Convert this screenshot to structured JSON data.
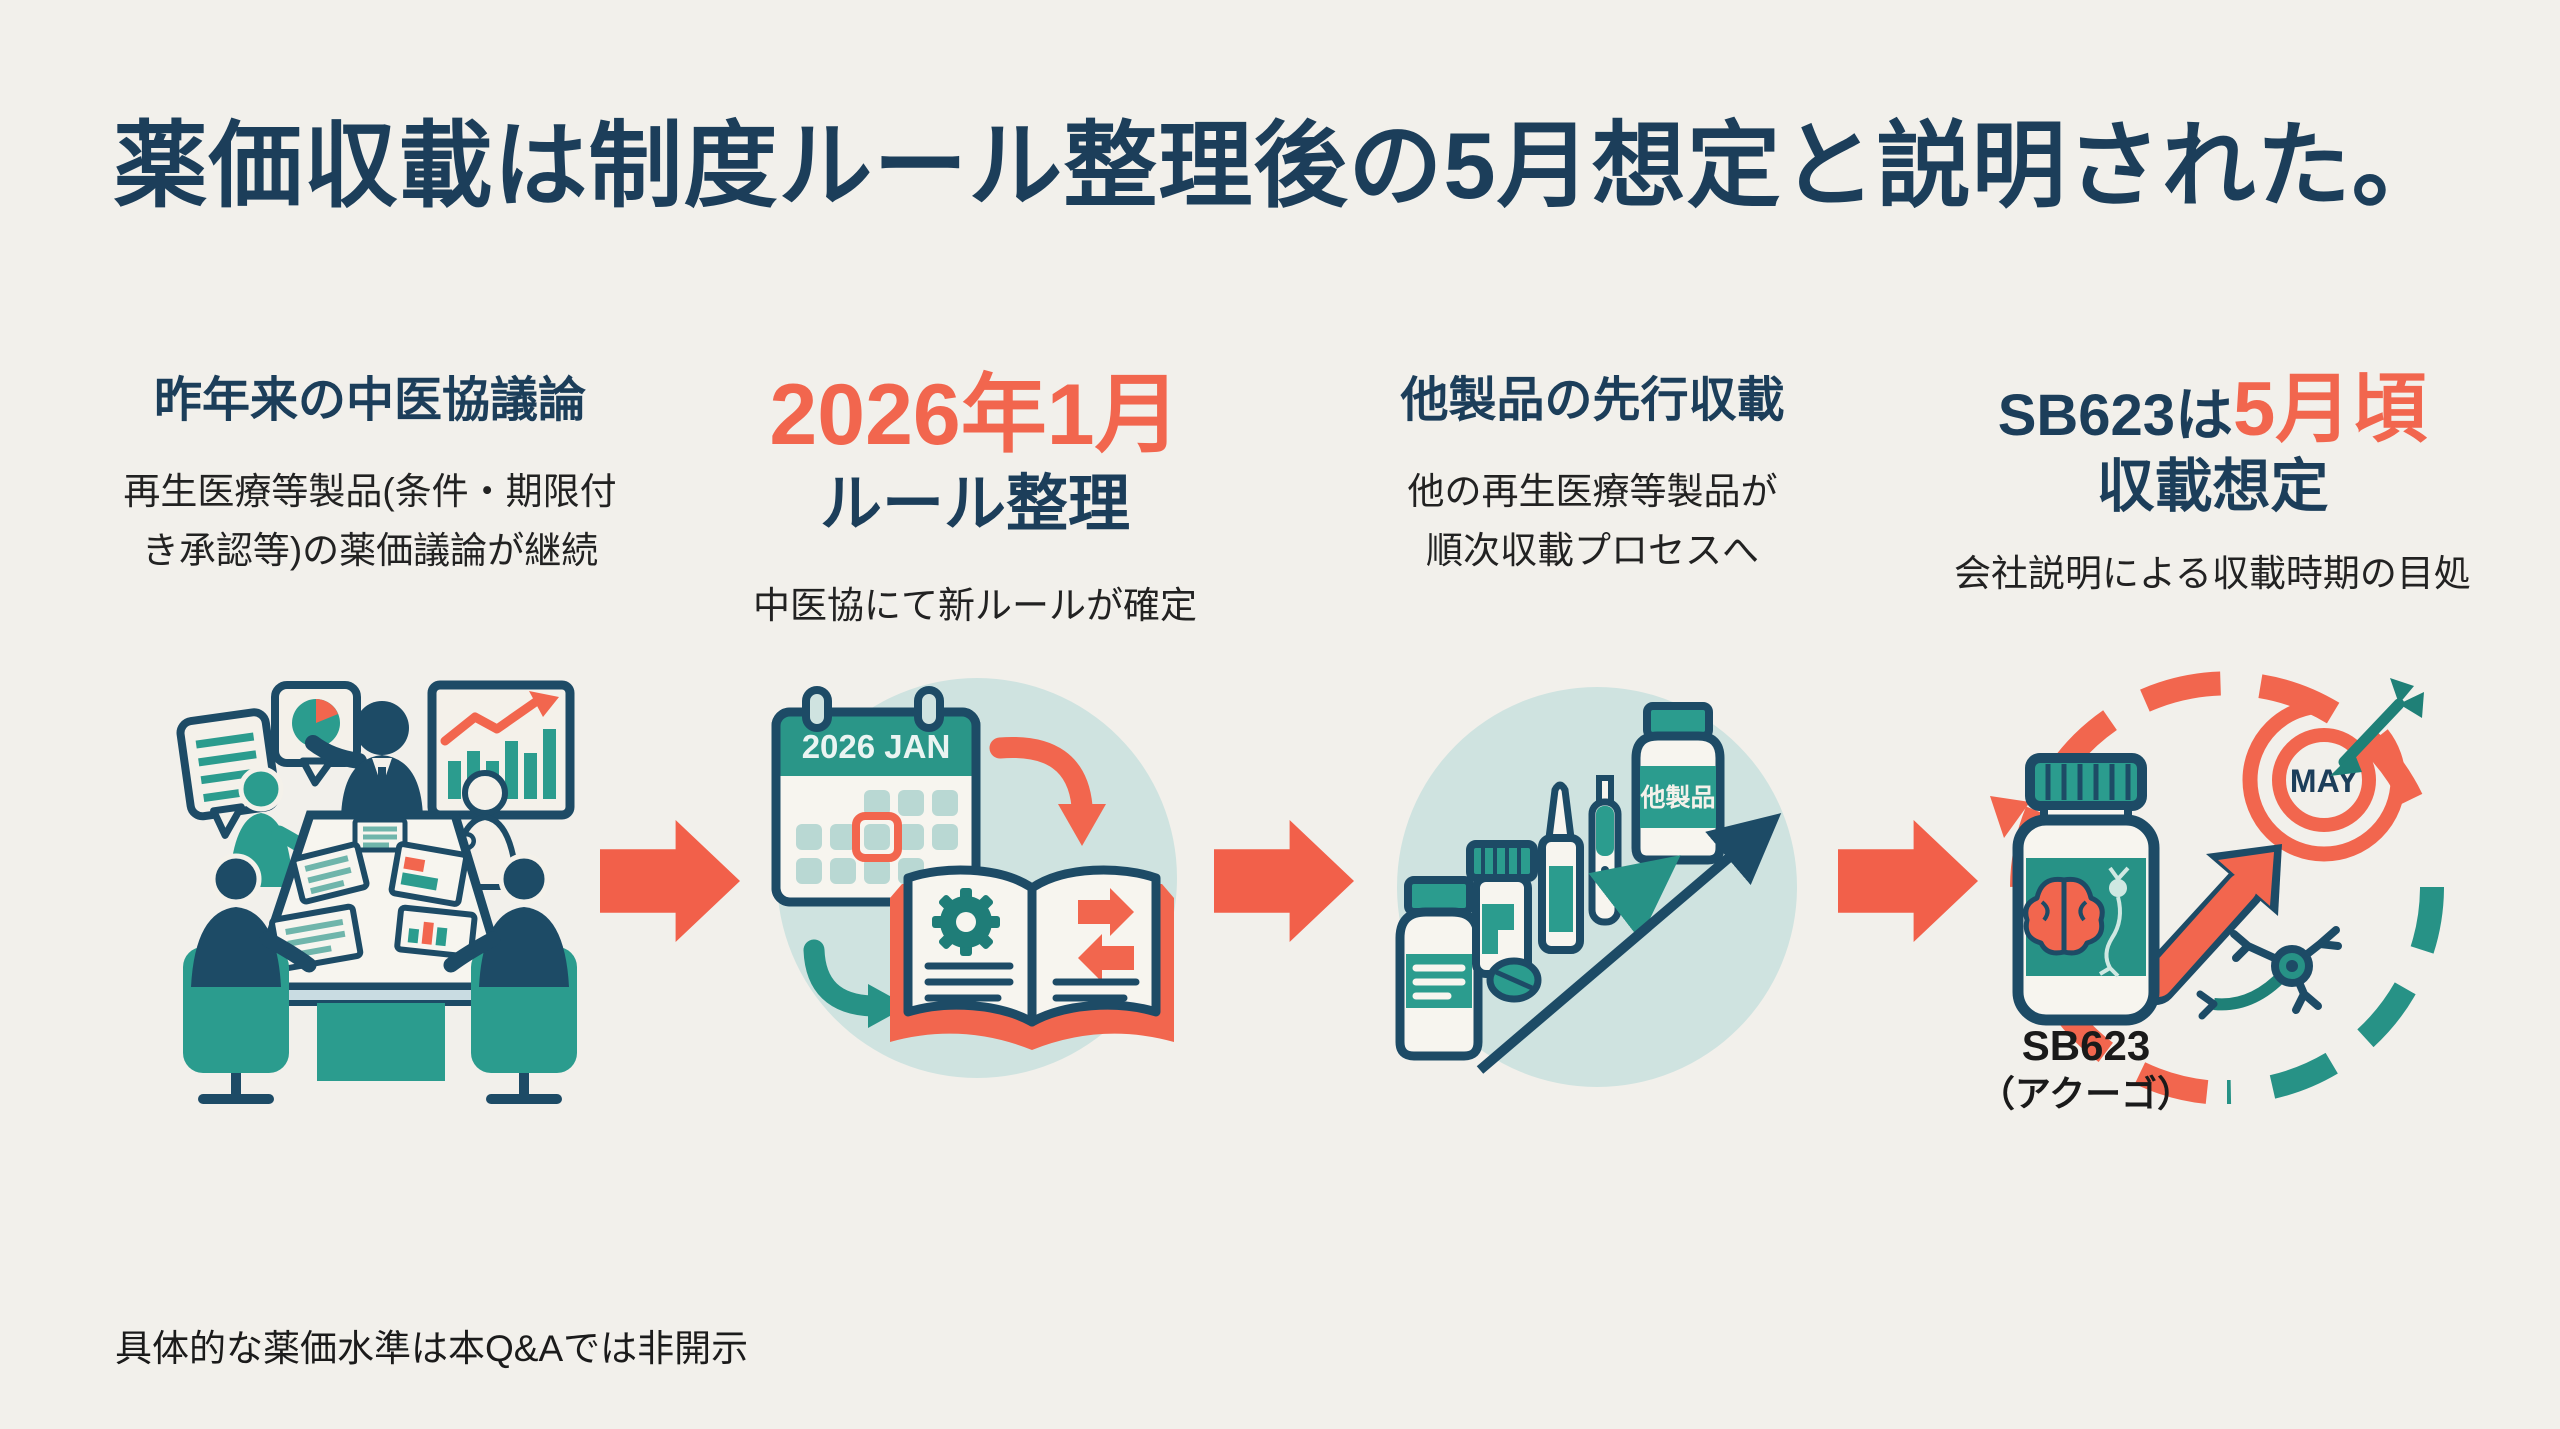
{
  "title": "薬価収載は制度ルール整理後の5月想定と説明された。",
  "footnote": "具体的な薬価水準は本Q&Aでは非開示",
  "colors": {
    "background": "#F2F0EB",
    "navy": "#1C3E5A",
    "coral": "#F2664E",
    "teal": "#2B9C8E",
    "light_teal": "#CFE3E0",
    "text_dark": "#222222"
  },
  "steps": [
    {
      "heading": "昨年来の中医協議論",
      "sub_line1": "再生医療等製品(条件・期限付",
      "sub_line2": "き承認等)の薬価議論が継続"
    },
    {
      "heading_date": "2026年1月",
      "heading": "ルール整理",
      "sub_line1": "中医協にて新ルールが確定",
      "calendar_label": "2026 JAN"
    },
    {
      "heading": "他製品の先行収載",
      "sub_line1": "他の再生医療等製品が",
      "sub_line2": "順次収載プロセスへ",
      "bottle_label": "他製品"
    },
    {
      "heading_prefix": "SB623は",
      "heading_highlight": "5月頃",
      "heading_line2": "収載想定",
      "sub_line1": "会社説明による収載時期の目処",
      "bottle_label_line1": "SB623",
      "bottle_label_line2": "（アクーゴ）",
      "target_label": "MAY"
    }
  ]
}
